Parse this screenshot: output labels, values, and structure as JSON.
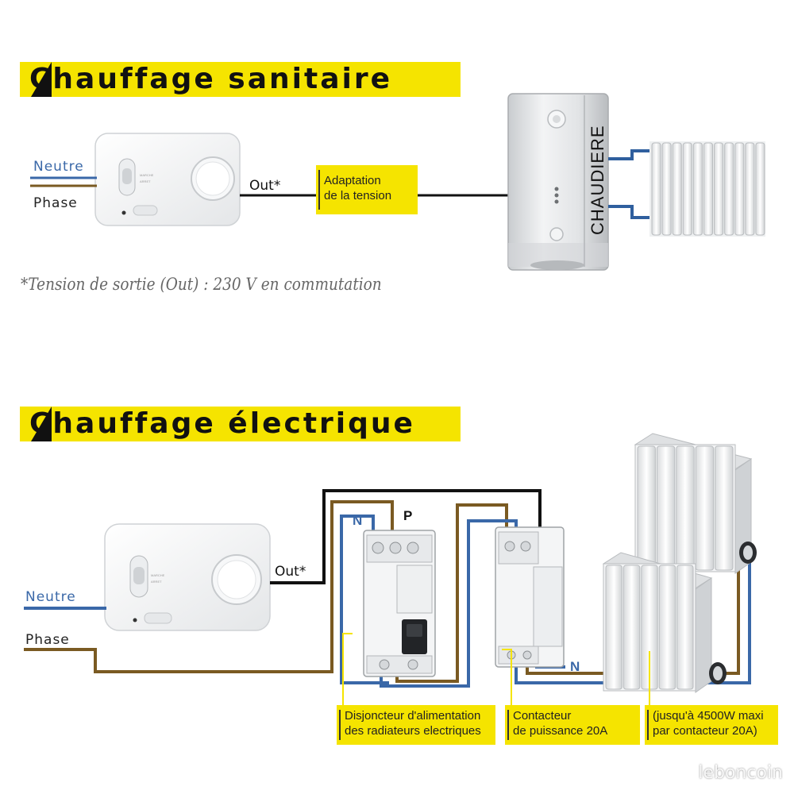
{
  "section_sanitaire": {
    "title": "Chauffage sanitaire",
    "neutre": "Neutre",
    "phase": "Phase",
    "out": "Out*",
    "adaptation_line1": "Adaptation",
    "adaptation_line2": "de la tension",
    "boiler_label": "CHAUDIERE",
    "footnote": "*Tension de sortie (Out) : 230 V en commutation"
  },
  "section_electrique": {
    "title": "Chauffage électrique",
    "neutre": "Neutre",
    "phase": "Phase",
    "out": "Out*",
    "breaker_n": "N",
    "breaker_p": "P",
    "contactor_n": "N",
    "labels": [
      {
        "line1": "Disjoncteur d'alimentation",
        "line2": "des radiateurs electriques"
      },
      {
        "line1": "Contacteur",
        "line2": "de puissance 20A"
      },
      {
        "line1": "(jusqu'à 4500W maxi",
        "line2": "par contacteur 20A)"
      }
    ]
  },
  "watermark": "leboncoin",
  "colors": {
    "banner": "#f5e400",
    "neutral_wire": "#3a68a8",
    "phase_wire": "#7a5a22",
    "out_wire": "#111111"
  }
}
